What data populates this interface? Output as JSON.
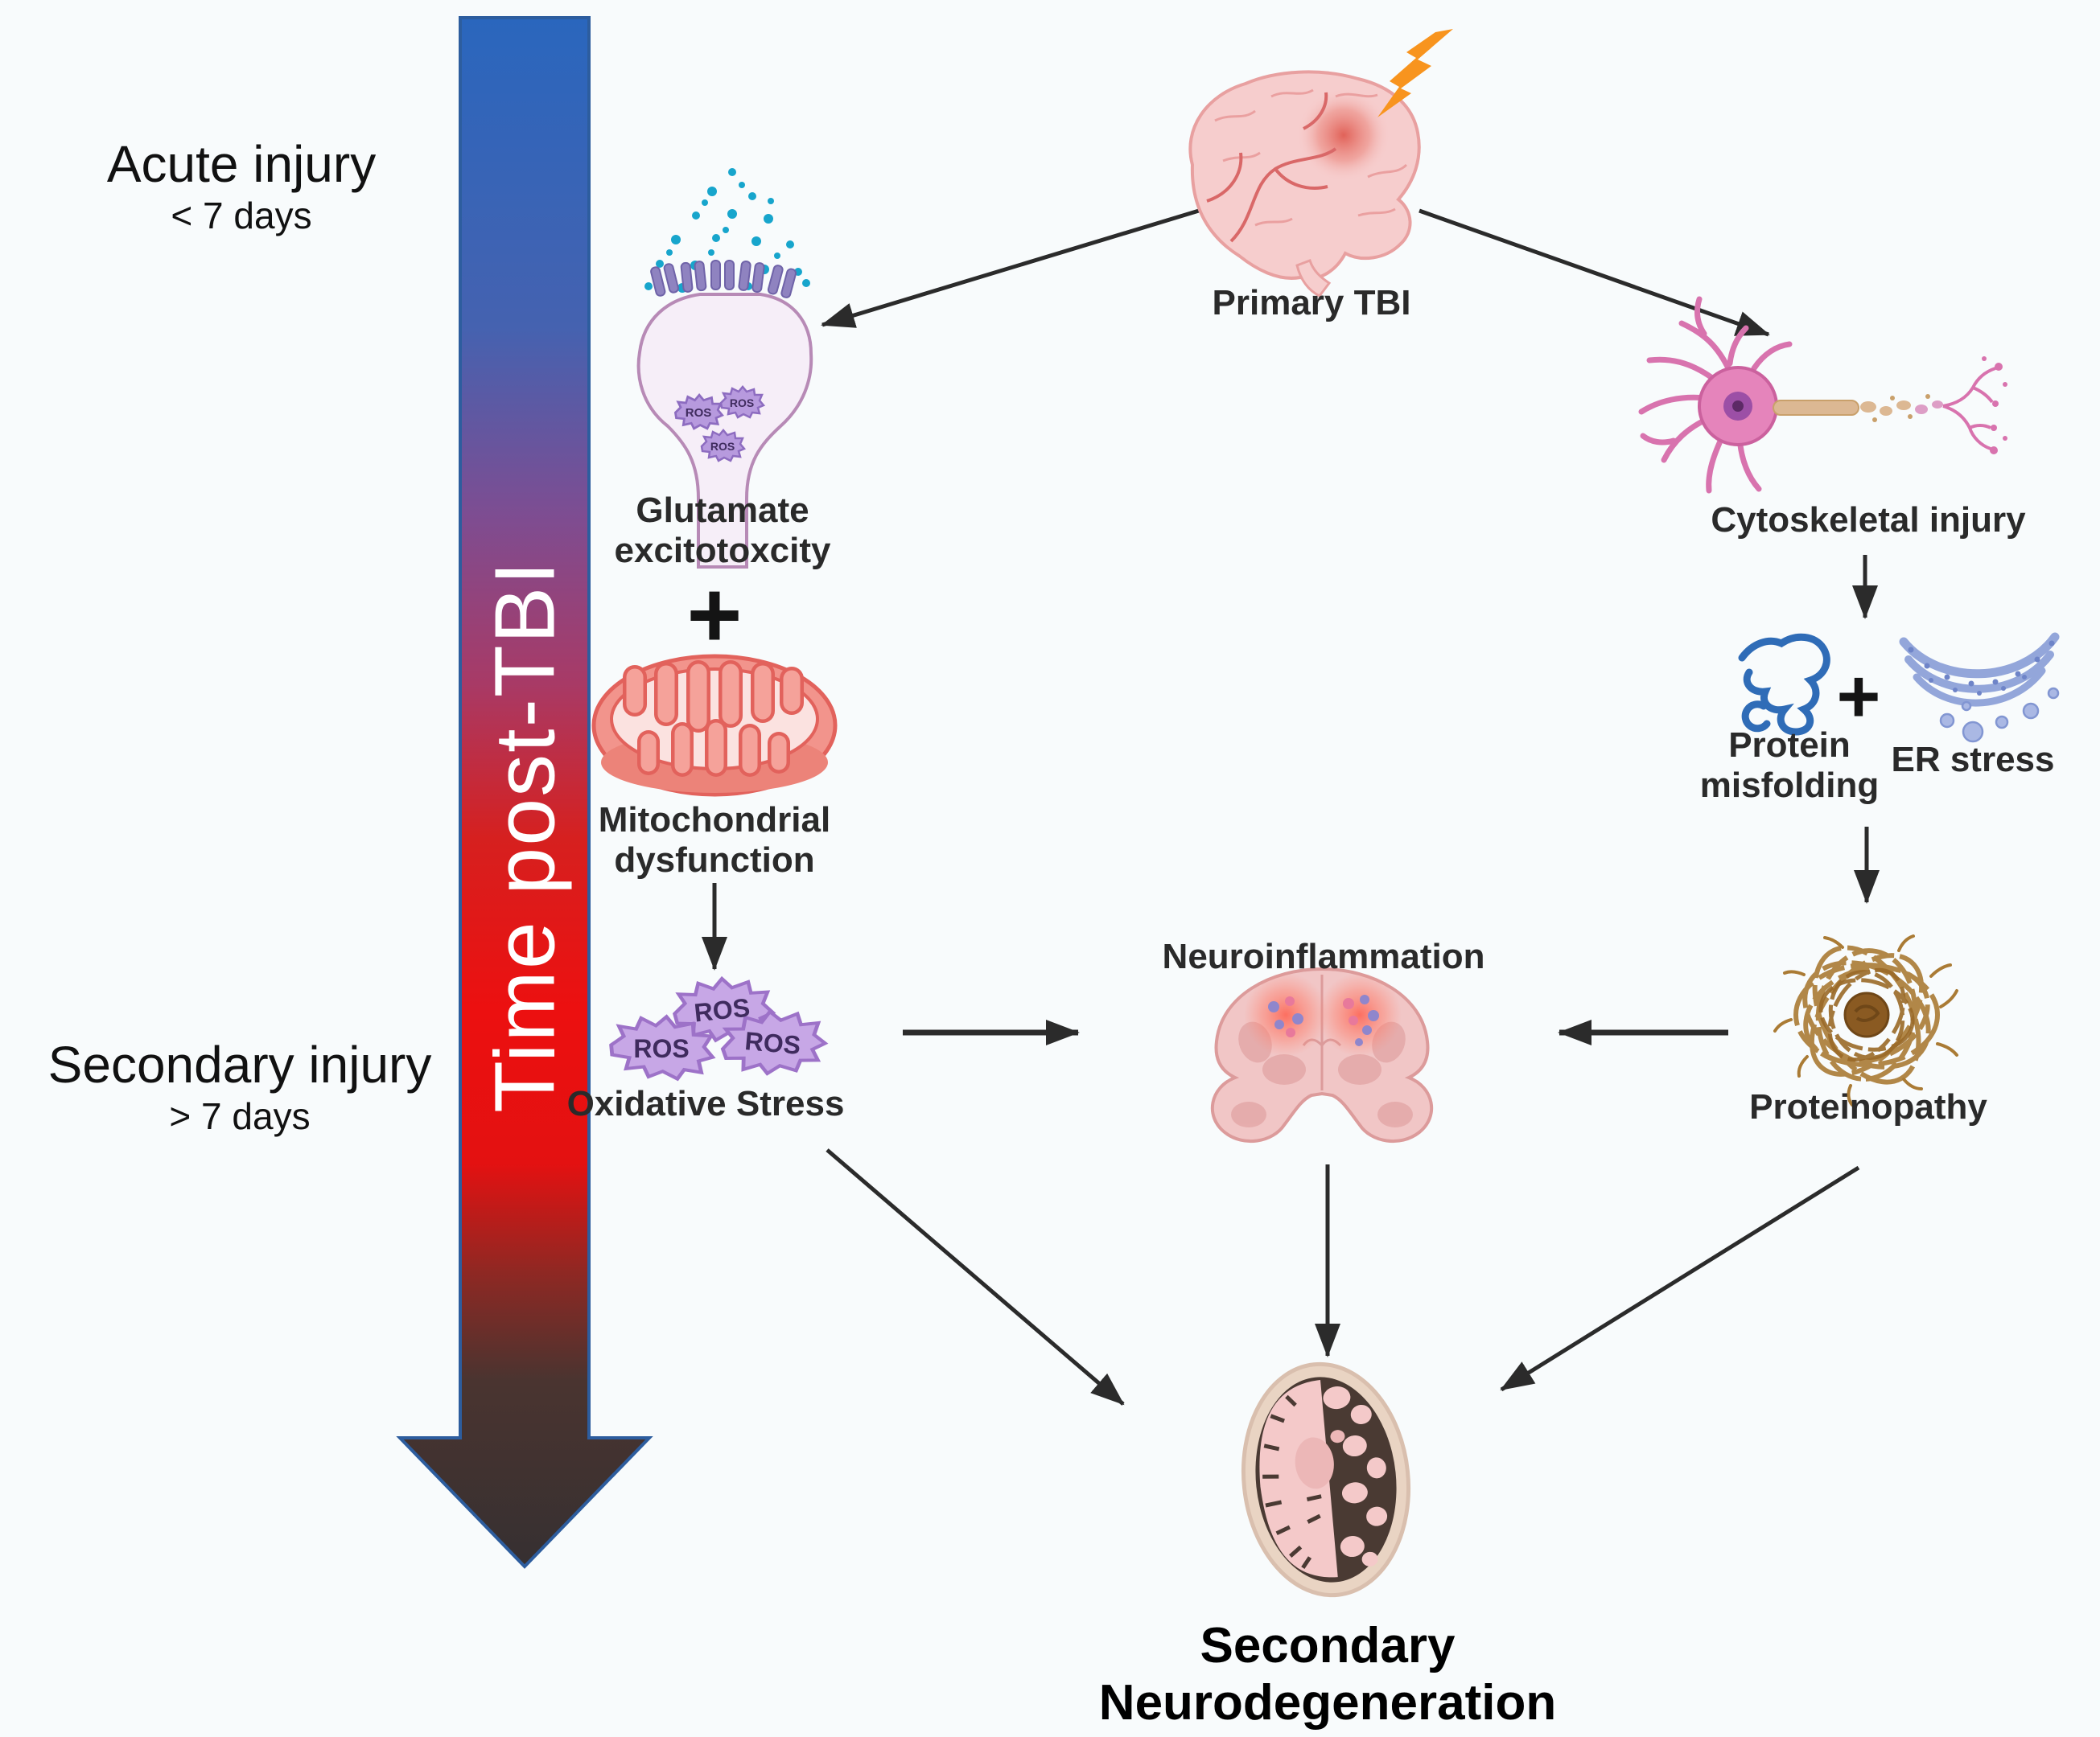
{
  "figure": {
    "timeline": {
      "label": "Time post-TBI",
      "gradient_top": "#2a66bd",
      "gradient_mid": "#e31313",
      "gradient_bottom": "#363031",
      "border": "#2d5d9e"
    },
    "phases": {
      "acute": {
        "title": "Acute injury",
        "subtitle": "< 7 days"
      },
      "secondary": {
        "title": "Secondary injury",
        "subtitle": "> 7 days"
      }
    },
    "nodes": {
      "primary_tbi": "Primary TBI",
      "glutamate_line1": "Glutamate",
      "glutamate_line2": "excitotoxcity",
      "mitochondrial_line1": "Mitochondrial",
      "mitochondrial_line2": "dysfunction",
      "oxidative_stress": "Oxidative Stress",
      "ros": "ROS",
      "cytoskeletal": "Cytoskeletal injury",
      "protein_line1": "Protein",
      "protein_line2": "misfolding",
      "er_stress": "ER stress",
      "proteinopathy": "Proteinopathy",
      "neuroinflammation": "Neuroinflammation",
      "outcome_line1": "Secondary",
      "outcome_line2": "Neurodegeneration"
    },
    "operators": {
      "plus": "+"
    },
    "colors": {
      "arrow": "#2b2b2b",
      "lightning": "#f8941e",
      "glutamate_dots": "#17a5cc",
      "synapse_fill": "#f6eef8",
      "ros_fill": "#c7a7e6",
      "mitochondria": "#f2948c",
      "neuron": "#e17ab4",
      "protein": "#2f6cb7",
      "er": "#93a6da",
      "tangle": "#aa7b35",
      "brain_pink": "#f6cdcd"
    }
  }
}
